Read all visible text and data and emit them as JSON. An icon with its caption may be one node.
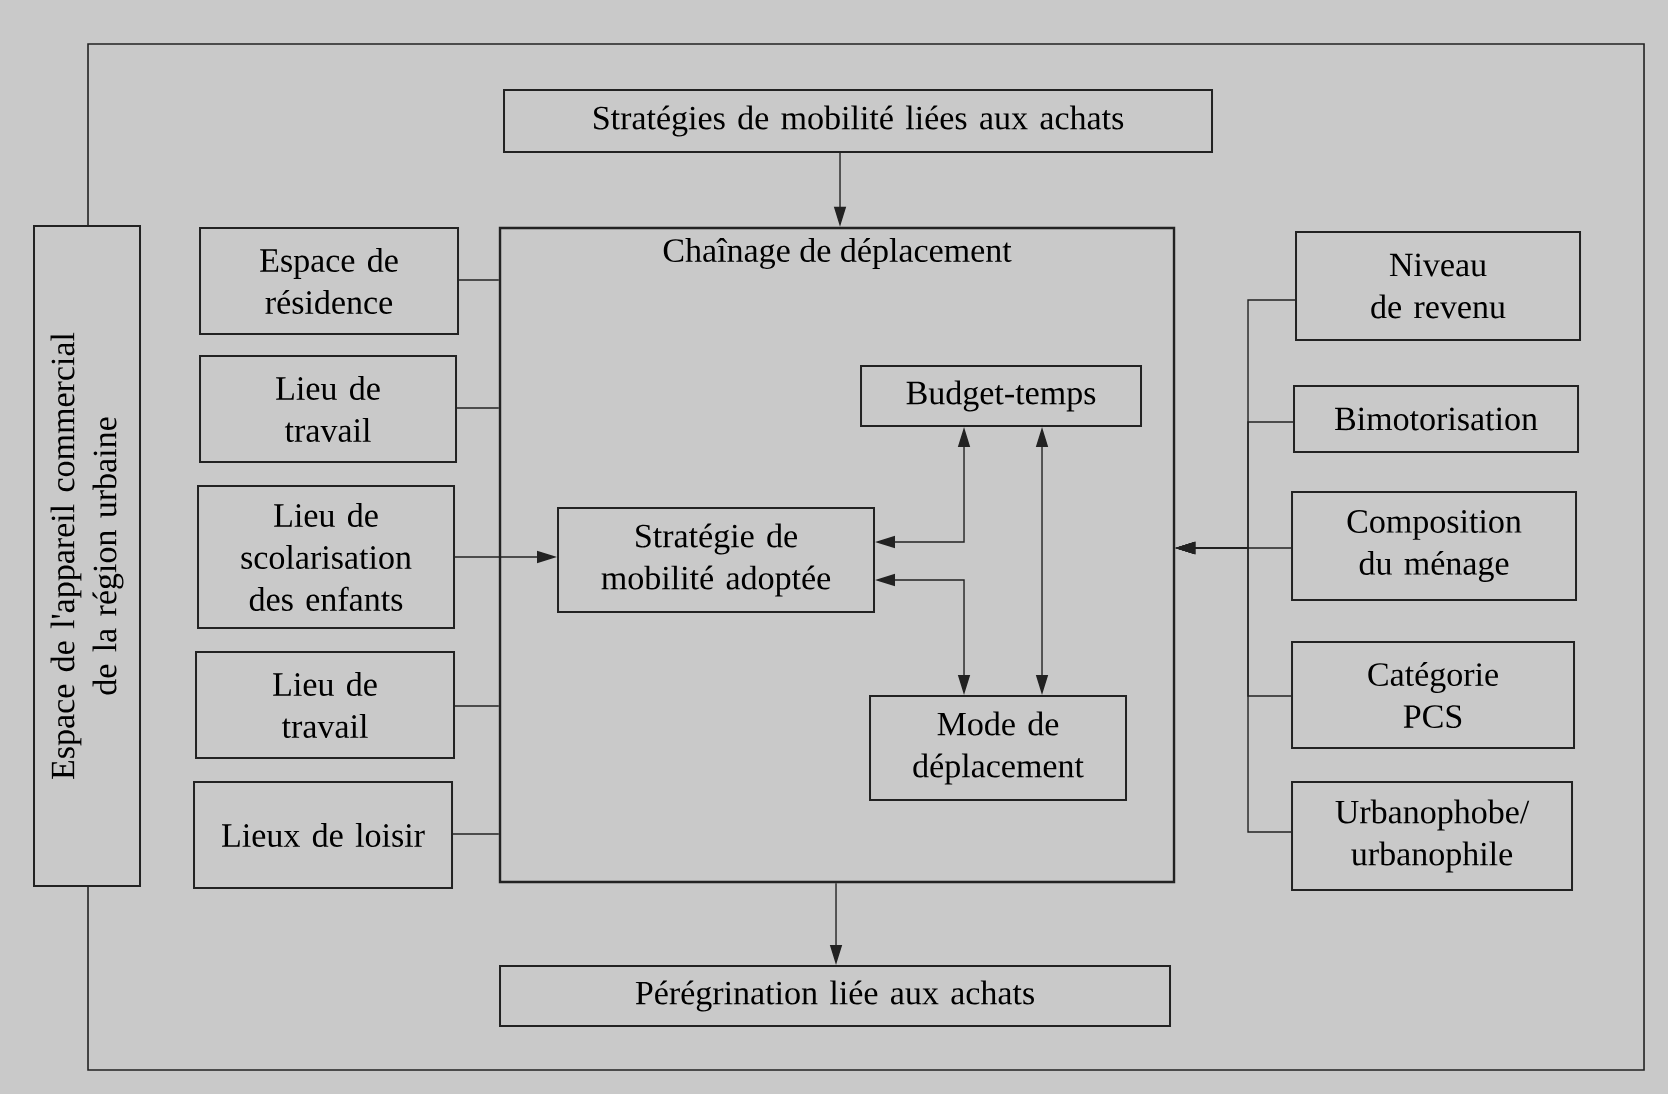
{
  "diagram": {
    "nodes": [
      {
        "text": [
          "Stratégies de mobilité liées aux achats"
        ]
      },
      {
        "text": [
          "Espace de l'appareil commercial de la région urbaine"
        ]
      },
      {
        "text": [
          "Espace de résidence"
        ]
      },
      {
        "text": [
          "Lieu de travail"
        ]
      },
      {
        "text": [
          "Lieu de scolarisation des enfants"
        ]
      },
      {
        "text": [
          "Lieu de travail"
        ]
      },
      {
        "text": [
          "Lieux de loisir"
        ]
      },
      {
        "text": [
          "Chaînage de déplacement"
        ]
      },
      {
        "text": [
          "Budget-temps"
        ],
        "in": 7
      },
      {
        "text": [
          "Stratégie de mobilité adoptée"
        ],
        "in": 7
      },
      {
        "text": [
          "Mode de déplacement"
        ],
        "in": 7
      },
      {
        "text": [
          "Niveau de revenu"
        ]
      },
      {
        "text": [
          "Bimotorisation"
        ]
      },
      {
        "text": [
          "Composition du ménage"
        ]
      },
      {
        "text": [
          "Catégorie PCS"
        ]
      },
      {
        "text": [
          "Urbanophobe/ urbanophile"
        ]
      },
      {
        "text": [
          "Pérégrination liée aux achats"
        ]
      }
    ],
    "edges": [
      {
        "from": 0,
        "to": 7,
        "arrow": "to"
      },
      {
        "from": 2,
        "to": 7,
        "arrow": "none"
      },
      {
        "from": 3,
        "to": 7,
        "arrow": "none"
      },
      {
        "from": 5,
        "to": 7,
        "arrow": "none"
      },
      {
        "from": 6,
        "to": 7,
        "arrow": "none"
      },
      {
        "from": 4,
        "to": 9,
        "arrow": "to"
      },
      {
        "from": 11,
        "to": 7,
        "arrow": "to"
      },
      {
        "from": 12,
        "to": 7,
        "arrow": "to"
      },
      {
        "from": 13,
        "to": 7,
        "arrow": "to"
      },
      {
        "from": 14,
        "to": 7,
        "arrow": "to"
      },
      {
        "from": 15,
        "to": 7,
        "arrow": "to"
      },
      {
        "from": 9,
        "to": 8,
        "arrow": "both"
      },
      {
        "from": 9,
        "to": 10,
        "arrow": "both"
      },
      {
        "from": 8,
        "to": 10,
        "arrow": "both"
      },
      {
        "from": 7,
        "to": 16,
        "arrow": "to"
      }
    ]
  }
}
